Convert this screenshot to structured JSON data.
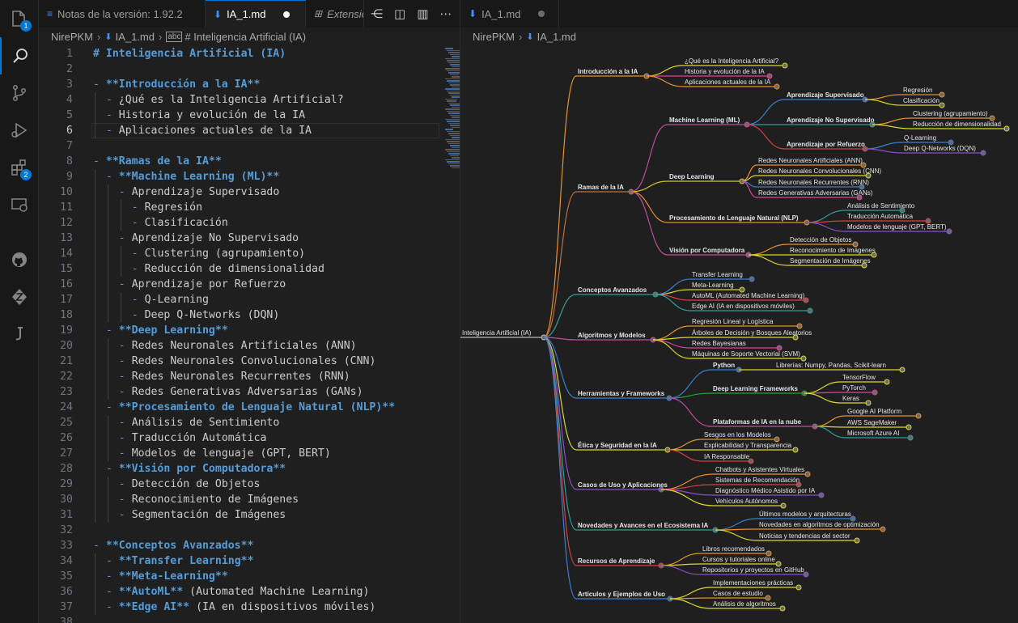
{
  "activity_bar": [
    {
      "name": "explorer-icon",
      "badge": "1"
    },
    {
      "name": "search-icon",
      "badge": ""
    },
    {
      "name": "source-control-icon",
      "badge": ""
    },
    {
      "name": "run-debug-icon",
      "badge": ""
    },
    {
      "name": "extensions-icon",
      "badge": "2"
    },
    {
      "name": "remote-explorer-icon",
      "badge": ""
    },
    {
      "name": "github-icon",
      "badge": ""
    },
    {
      "name": "zotero-icon",
      "badge": ""
    },
    {
      "name": "jupyter-icon",
      "badge": ""
    }
  ],
  "left_tabs": [
    {
      "label": "Notas de la versión: 1.92.2",
      "icon": "vscode-icon"
    },
    {
      "label": "IA_1.md",
      "icon": "markdown-icon"
    },
    {
      "label": "Extensio",
      "icon": "extensions-tab-icon"
    }
  ],
  "right_tab": {
    "label": "IA_1.md"
  },
  "breadcrumb_left": [
    "NirePKM",
    "IA_1.md",
    "# Inteligencia Artificial (IA)"
  ],
  "breadcrumb_right": [
    "NirePKM",
    "IA_1.md"
  ],
  "current_line": 6,
  "editor_lines": [
    {
      "n": "1",
      "indent": 0,
      "parts": [
        {
          "t": "# Inteligencia Artificial (IA)",
          "c": "h"
        }
      ]
    },
    {
      "n": "2",
      "indent": 0,
      "parts": []
    },
    {
      "n": "3",
      "indent": 0,
      "parts": [
        {
          "t": "- ",
          "c": "m"
        },
        {
          "t": "**Introducción a la IA**",
          "c": "b"
        }
      ]
    },
    {
      "n": "4",
      "indent": 1,
      "parts": [
        {
          "t": "- ",
          "c": "m"
        },
        {
          "t": "¿Qué es la Inteligencia Artificial?",
          "c": "n"
        }
      ]
    },
    {
      "n": "5",
      "indent": 1,
      "parts": [
        {
          "t": "- ",
          "c": "m"
        },
        {
          "t": "Historia y evolución de la IA",
          "c": "n"
        }
      ]
    },
    {
      "n": "6",
      "indent": 1,
      "parts": [
        {
          "t": "- ",
          "c": "m"
        },
        {
          "t": "Aplicaciones actuales de la IA",
          "c": "n"
        }
      ]
    },
    {
      "n": "7",
      "indent": 0,
      "parts": []
    },
    {
      "n": "8",
      "indent": 0,
      "parts": [
        {
          "t": "- ",
          "c": "m"
        },
        {
          "t": "**Ramas de la IA**",
          "c": "b"
        }
      ]
    },
    {
      "n": "9",
      "indent": 1,
      "parts": [
        {
          "t": "- ",
          "c": "m"
        },
        {
          "t": "**Machine Learning (ML)**",
          "c": "b"
        }
      ]
    },
    {
      "n": "10",
      "indent": 2,
      "parts": [
        {
          "t": "- ",
          "c": "m"
        },
        {
          "t": "Aprendizaje Supervisado",
          "c": "n"
        }
      ]
    },
    {
      "n": "11",
      "indent": 3,
      "parts": [
        {
          "t": "- ",
          "c": "m"
        },
        {
          "t": "Regresión",
          "c": "n"
        }
      ]
    },
    {
      "n": "12",
      "indent": 3,
      "parts": [
        {
          "t": "- ",
          "c": "m"
        },
        {
          "t": "Clasificación",
          "c": "n"
        }
      ]
    },
    {
      "n": "13",
      "indent": 2,
      "parts": [
        {
          "t": "- ",
          "c": "m"
        },
        {
          "t": "Aprendizaje No Supervisado",
          "c": "n"
        }
      ]
    },
    {
      "n": "14",
      "indent": 3,
      "parts": [
        {
          "t": "- ",
          "c": "m"
        },
        {
          "t": "Clustering (agrupamiento)",
          "c": "n"
        }
      ]
    },
    {
      "n": "15",
      "indent": 3,
      "parts": [
        {
          "t": "- ",
          "c": "m"
        },
        {
          "t": "Reducción de dimensionalidad",
          "c": "n"
        }
      ]
    },
    {
      "n": "16",
      "indent": 2,
      "parts": [
        {
          "t": "- ",
          "c": "m"
        },
        {
          "t": "Aprendizaje por Refuerzo",
          "c": "n"
        }
      ]
    },
    {
      "n": "17",
      "indent": 3,
      "parts": [
        {
          "t": "- ",
          "c": "m"
        },
        {
          "t": "Q-Learning",
          "c": "n"
        }
      ]
    },
    {
      "n": "18",
      "indent": 3,
      "parts": [
        {
          "t": "- ",
          "c": "m"
        },
        {
          "t": "Deep Q-Networks (DQN)",
          "c": "n"
        }
      ]
    },
    {
      "n": "19",
      "indent": 1,
      "parts": [
        {
          "t": "- ",
          "c": "m"
        },
        {
          "t": "**Deep Learning**",
          "c": "b"
        }
      ]
    },
    {
      "n": "20",
      "indent": 2,
      "parts": [
        {
          "t": "- ",
          "c": "m"
        },
        {
          "t": "Redes Neuronales Artificiales (ANN)",
          "c": "n"
        }
      ]
    },
    {
      "n": "21",
      "indent": 2,
      "parts": [
        {
          "t": "- ",
          "c": "m"
        },
        {
          "t": "Redes Neuronales Convolucionales (CNN)",
          "c": "n"
        }
      ]
    },
    {
      "n": "22",
      "indent": 2,
      "parts": [
        {
          "t": "- ",
          "c": "m"
        },
        {
          "t": "Redes Neuronales Recurrentes (RNN)",
          "c": "n"
        }
      ]
    },
    {
      "n": "23",
      "indent": 2,
      "parts": [
        {
          "t": "- ",
          "c": "m"
        },
        {
          "t": "Redes Generativas Adversarias (GANs)",
          "c": "n"
        }
      ]
    },
    {
      "n": "24",
      "indent": 1,
      "parts": [
        {
          "t": "- ",
          "c": "m"
        },
        {
          "t": "**Procesamiento de Lenguaje Natural (NLP)**",
          "c": "b"
        }
      ]
    },
    {
      "n": "25",
      "indent": 2,
      "parts": [
        {
          "t": "- ",
          "c": "m"
        },
        {
          "t": "Análisis de Sentimiento",
          "c": "n"
        }
      ]
    },
    {
      "n": "26",
      "indent": 2,
      "parts": [
        {
          "t": "- ",
          "c": "m"
        },
        {
          "t": "Traducción Automática",
          "c": "n"
        }
      ]
    },
    {
      "n": "27",
      "indent": 2,
      "parts": [
        {
          "t": "- ",
          "c": "m"
        },
        {
          "t": "Modelos de lenguaje (GPT, BERT)",
          "c": "n"
        }
      ]
    },
    {
      "n": "28",
      "indent": 1,
      "parts": [
        {
          "t": "- ",
          "c": "m"
        },
        {
          "t": "**Visión por Computadora**",
          "c": "b"
        }
      ]
    },
    {
      "n": "29",
      "indent": 2,
      "parts": [
        {
          "t": "- ",
          "c": "m"
        },
        {
          "t": "Detección de Objetos",
          "c": "n"
        }
      ]
    },
    {
      "n": "30",
      "indent": 2,
      "parts": [
        {
          "t": "- ",
          "c": "m"
        },
        {
          "t": "Reconocimiento de Imágenes",
          "c": "n"
        }
      ]
    },
    {
      "n": "31",
      "indent": 2,
      "parts": [
        {
          "t": "- ",
          "c": "m"
        },
        {
          "t": "Segmentación de Imágenes",
          "c": "n"
        }
      ]
    },
    {
      "n": "32",
      "indent": 0,
      "parts": []
    },
    {
      "n": "33",
      "indent": 0,
      "parts": [
        {
          "t": "- ",
          "c": "m"
        },
        {
          "t": "**Conceptos Avanzados**",
          "c": "b"
        }
      ]
    },
    {
      "n": "34",
      "indent": 1,
      "parts": [
        {
          "t": "- ",
          "c": "m"
        },
        {
          "t": "**Transfer Learning**",
          "c": "b"
        }
      ]
    },
    {
      "n": "35",
      "indent": 1,
      "parts": [
        {
          "t": "- ",
          "c": "m"
        },
        {
          "t": "**Meta-Learning**",
          "c": "b"
        }
      ]
    },
    {
      "n": "36",
      "indent": 1,
      "parts": [
        {
          "t": "- ",
          "c": "m"
        },
        {
          "t": "**AutoML**",
          "c": "b"
        },
        {
          "t": " (Automated Machine Learning)",
          "c": "n"
        }
      ]
    },
    {
      "n": "37",
      "indent": 1,
      "parts": [
        {
          "t": "- ",
          "c": "m"
        },
        {
          "t": "**Edge AI**",
          "c": "b"
        },
        {
          "t": " (IA en dispositivos móviles)",
          "c": "n"
        }
      ]
    },
    {
      "n": "38",
      "indent": 0,
      "parts": []
    }
  ],
  "mindmap": {
    "root": "Inteligencia Artificial (IA)",
    "branches": [
      {
        "label": "Introducción a la IA",
        "color": "#e8912d",
        "children": [
          {
            "label": "¿Qué es la Inteligencia Artificial?",
            "color": "#d9d92a"
          },
          {
            "label": "Historia y evolución de la IA",
            "color": "#e0409a"
          },
          {
            "label": "Aplicaciones actuales de la IA",
            "color": "#e8912d"
          }
        ]
      },
      {
        "label": "Ramas de la IA",
        "color": "#c0703a",
        "children": [
          {
            "label": "Machine Learning (ML)",
            "color": "#c04d9e",
            "children": [
              {
                "label": "Aprendizaje Supervisado",
                "color": "#3a7fd0",
                "children": [
                  {
                    "label": "Regresión",
                    "color": "#e8912d"
                  },
                  {
                    "label": "Clasificación",
                    "color": "#d9d92a"
                  }
                ]
              },
              {
                "label": "Aprendizaje No Supervisado",
                "color": "#2aa198",
                "children": [
                  {
                    "label": "Clustering (agrupamiento)",
                    "color": "#e8912d"
                  },
                  {
                    "label": "Reducción de dimensionalidad",
                    "color": "#d9d92a"
                  }
                ]
              },
              {
                "label": "Aprendizaje por Refuerzo",
                "color": "#d84040",
                "children": [
                  {
                    "label": "Q-Learning",
                    "color": "#3a7fd0"
                  },
                  {
                    "label": "Deep Q-Networks (DQN)",
                    "color": "#8a4fd0"
                  }
                ]
              }
            ]
          },
          {
            "label": "Deep Learning",
            "color": "#cdc52a",
            "children": [
              {
                "label": "Redes Neuronales Artificiales (ANN)",
                "color": "#e8912d"
              },
              {
                "label": "Redes Neuronales Convolucionales (CNN)",
                "color": "#d9d92a"
              },
              {
                "label": "Redes Neuronales Recurrentes (RNN)",
                "color": "#3a7fd0"
              },
              {
                "label": "Redes Generativas Adversarias (GANs)",
                "color": "#e0409a"
              }
            ]
          },
          {
            "label": "Procesamiento de Lenguaje Natural (NLP)",
            "color": "#e8912d",
            "children": [
              {
                "label": "Análisis de Sentimiento",
                "color": "#2aa198"
              },
              {
                "label": "Traducción Automática",
                "color": "#d84040"
              },
              {
                "label": "Modelos de lenguaje (GPT, BERT)",
                "color": "#8a4fd0"
              }
            ]
          },
          {
            "label": "Visión por Computadora",
            "color": "#c04d9e",
            "children": [
              {
                "label": "Detección de Objetos",
                "color": "#e8912d"
              },
              {
                "label": "Reconocimiento de Imágenes",
                "color": "#d9d92a"
              },
              {
                "label": "Segmentación de Imágenes",
                "color": "#d9d92a"
              }
            ]
          }
        ]
      },
      {
        "label": "Conceptos Avanzados",
        "color": "#2aa198",
        "children": [
          {
            "label": "Transfer Learning",
            "color": "#3a7fd0"
          },
          {
            "label": "Meta-Learning",
            "color": "#d9d92a"
          },
          {
            "label": "AutoML (Automated Machine Learning)",
            "color": "#d84040"
          },
          {
            "label": "Edge AI (IA en dispositivos móviles)",
            "color": "#2aa198"
          }
        ]
      },
      {
        "label": "Algoritmos y Modelos",
        "color": "#c04d9e",
        "children": [
          {
            "label": "Regresión Lineal y Logística",
            "color": "#e8912d"
          },
          {
            "label": "Árboles de Decisión y Bosques Aleatorios",
            "color": "#d9d92a"
          },
          {
            "label": "Redes Bayesianas",
            "color": "#e0409a"
          },
          {
            "label": "Máquinas de Soporte Vectorial (SVM)",
            "color": "#d9d92a"
          }
        ]
      },
      {
        "label": "Herramientas y Frameworks",
        "color": "#3a7fd0",
        "children": [
          {
            "label": "Python",
            "color": "#3a7fd0",
            "children": [
              {
                "label": "Librerías: Numpy, Pandas, Scikit-learn",
                "color": "#d9d92a"
              }
            ]
          },
          {
            "label": "Deep Learning Frameworks",
            "color": "#2a9d3a",
            "children": [
              {
                "label": "TensorFlow",
                "color": "#d9d92a"
              },
              {
                "label": "PyTorch",
                "color": "#e0409a"
              },
              {
                "label": "Keras",
                "color": "#d9d92a"
              }
            ]
          },
          {
            "label": "Plataformas de IA en la nube",
            "color": "#c04d9e",
            "children": [
              {
                "label": "Google AI Platform",
                "color": "#e8912d"
              },
              {
                "label": "AWS SageMaker",
                "color": "#d9d92a"
              },
              {
                "label": "Microsoft Azure AI",
                "color": "#2aa198"
              }
            ]
          }
        ]
      },
      {
        "label": "Ética y Seguridad en la IA",
        "color": "#d9d92a",
        "children": [
          {
            "label": "Sesgos en los Modelos",
            "color": "#e8912d"
          },
          {
            "label": "Explicabilidad y Transparencia",
            "color": "#d9d92a"
          },
          {
            "label": "IA Responsable",
            "color": "#d84040"
          }
        ]
      },
      {
        "label": "Casos de Uso y Aplicaciones",
        "color": "#8a4fd0",
        "children": [
          {
            "label": "Chatbots y Asistentes Virtuales",
            "color": "#e8912d"
          },
          {
            "label": "Sistemas de Recomendación",
            "color": "#d84040"
          },
          {
            "label": "Diagnóstico Médico Asistido por IA",
            "color": "#8a4fd0"
          },
          {
            "label": "Vehículos Autónomos",
            "color": "#d9d92a"
          }
        ]
      },
      {
        "label": "Novedades y Avances en el Ecosistema IA",
        "color": "#2aa198",
        "children": [
          {
            "label": "Últimos modelos y arquitecturas",
            "color": "#3a7fd0"
          },
          {
            "label": "Novedades en algoritmos de optimización",
            "color": "#e8912d"
          },
          {
            "label": "Noticias y tendencias del sector",
            "color": "#d9d92a"
          }
        ]
      },
      {
        "label": "Recursos de Aprendizaje",
        "color": "#d84040",
        "children": [
          {
            "label": "Libros recomendados",
            "color": "#e8912d"
          },
          {
            "label": "Cursos y tutoriales online",
            "color": "#d9d92a"
          },
          {
            "label": "Repositorios y proyectos en GitHub",
            "color": "#8a4fd0"
          }
        ]
      },
      {
        "label": "Artículos y Ejemplos de Uso",
        "color": "#3a7fd0",
        "children": [
          {
            "label": "Implementaciones prácticas",
            "color": "#d9d92a"
          },
          {
            "label": "Casos de estudio",
            "color": "#e8912d"
          },
          {
            "label": "Análisis de algoritmos",
            "color": "#d9d92a"
          }
        ]
      }
    ]
  }
}
